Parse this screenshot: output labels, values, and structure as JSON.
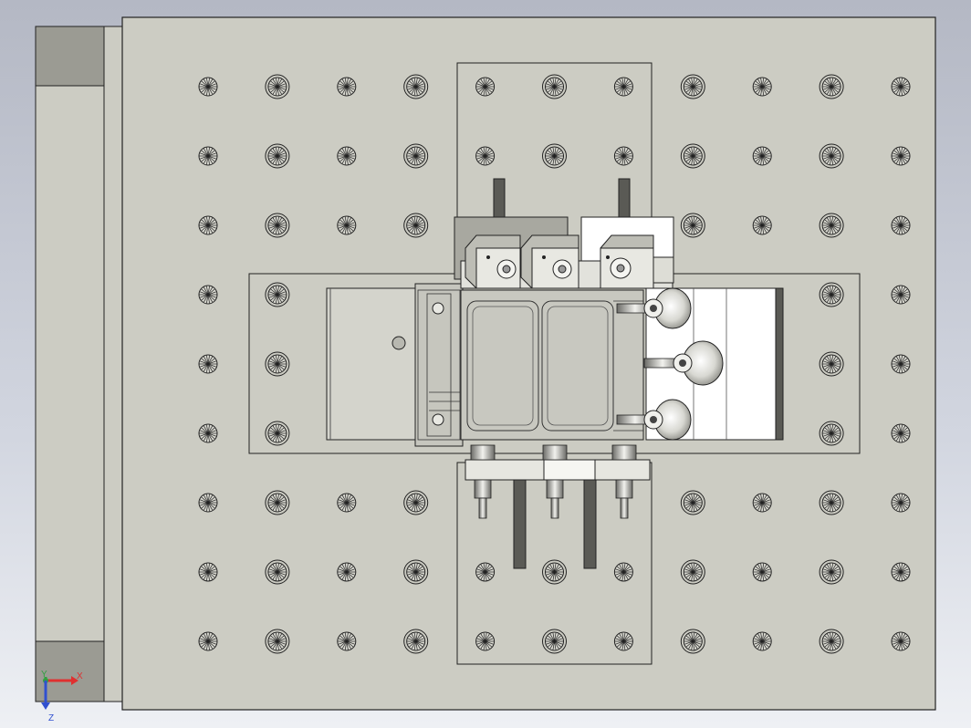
{
  "view": {
    "background_top": "#b4b8c4",
    "background_bottom": "#eef0f4",
    "plate_color": "#ccccc3",
    "edge_color": "#222222",
    "rail_dark_color": "#9b9b93",
    "light_face_color": "#ffffff",
    "dark_part_color": "#5a5a55"
  },
  "fixture_plate": {
    "hole_grid": {
      "rows": 9,
      "cols": 11
    },
    "hole_style": "counterbore-with-radial-hatch"
  },
  "clamps": {
    "top_clamp_count": 3,
    "bottom_bolt_count": 3,
    "side_roller_count": 3
  },
  "triad": {
    "x_label": "X",
    "y_label": "Y",
    "z_label": "Z",
    "x_color": "#e03030",
    "y_color": "#30a040",
    "z_color": "#3050d0"
  }
}
